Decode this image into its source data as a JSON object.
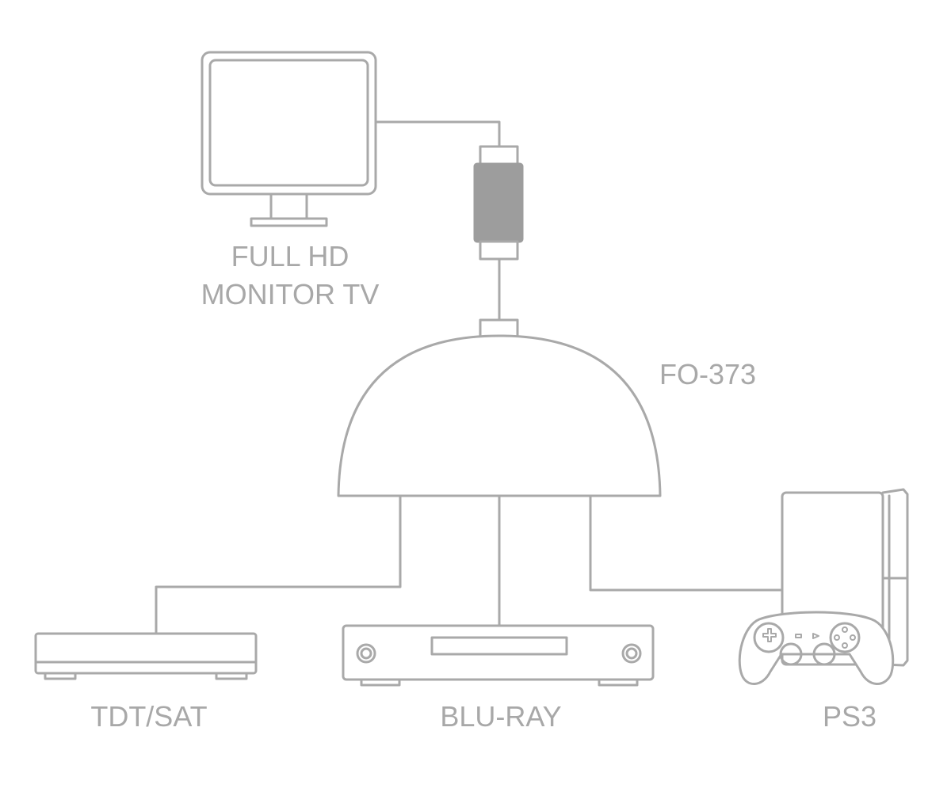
{
  "colors": {
    "background": "#ffffff",
    "stroke": "#a9a9a9",
    "cable_sleeve": "#9d9d9d"
  },
  "labels": {
    "monitor_line1": "FULL HD",
    "monitor_line2": "MONITOR TV",
    "switch": "FO-373",
    "tdt_sat": "TDT/SAT",
    "bluray": "BLU-RAY",
    "ps3": "PS3"
  },
  "icons": {
    "monitor": "monitor-tv-icon",
    "switch": "hdmi-switch-dome-icon",
    "cable": "hdmi-cable-connector-icon",
    "set_top_box": "set-top-box-icon",
    "bluray_player": "bluray-player-icon",
    "console": "ps3-console-icon",
    "gamepad": "gamepad-icon"
  }
}
